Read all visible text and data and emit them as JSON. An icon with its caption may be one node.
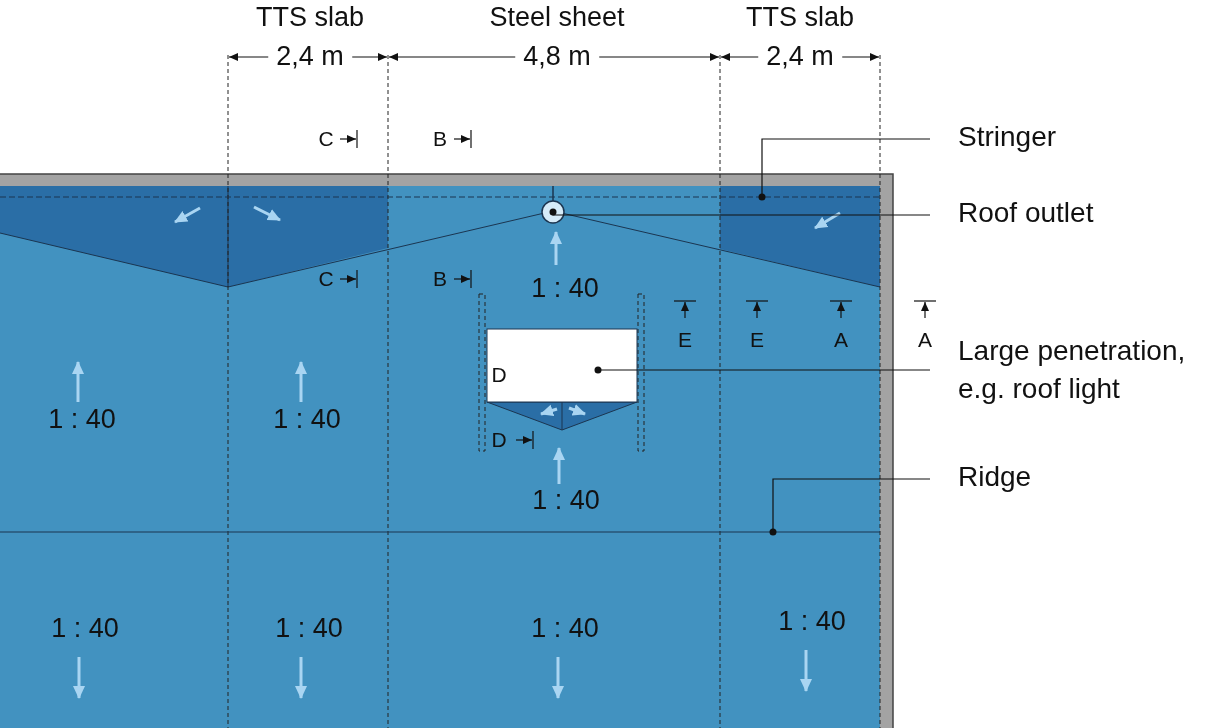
{
  "diagram": {
    "nodes": [
      {
        "text": [
          "Stringer"
        ]
      },
      {
        "text": [
          "Roof outlet"
        ]
      },
      {
        "text": [
          "Large penetration, e.g. roof light"
        ]
      },
      {
        "text": [
          "Ridge"
        ]
      },
      {
        "text": [],
        "shape": "bar"
      },
      {
        "text": [],
        "shape": "circle"
      },
      {
        "text": [],
        "shape": "box"
      },
      {
        "text": [],
        "shape": "bar"
      }
    ],
    "edges": [
      {
        "from": 0,
        "to": 4,
        "arrow": "other"
      },
      {
        "from": 1,
        "to": 5,
        "arrow": "other"
      },
      {
        "from": 2,
        "to": 6,
        "arrow": "other"
      },
      {
        "from": 3,
        "to": 7,
        "arrow": "other"
      }
    ],
    "labels": [
      "TTS slab",
      "Steel sheet",
      "TTS slab",
      "2,4 m",
      "4,8 m",
      "2,4 m",
      "C",
      "B",
      "C",
      "B",
      "1 : 40",
      "E",
      "E",
      "A",
      "A",
      "D",
      "1 : 40",
      "1 : 40",
      "D",
      "1 : 40",
      "1 : 40",
      "1 : 40",
      "1 : 40",
      "1 : 40"
    ]
  }
}
